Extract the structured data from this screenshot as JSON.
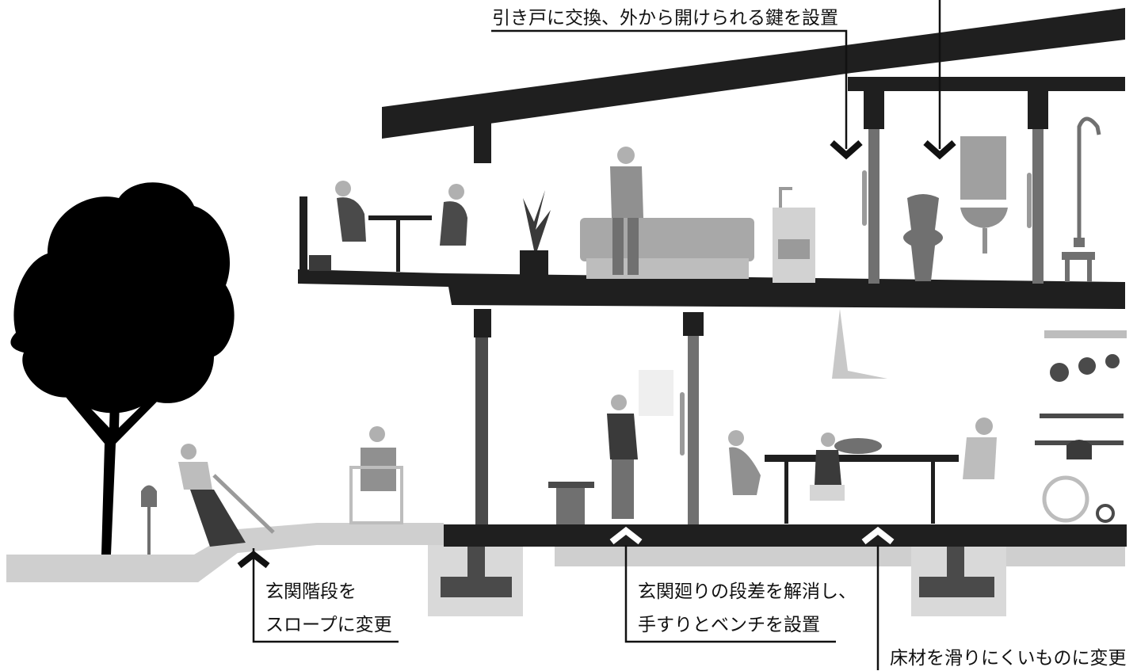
{
  "annotations": {
    "sliding_door": "引き戸に交換、外から開けられる鍵を設置",
    "slope_line1": "玄関階段を",
    "slope_line2": "スロープに変更",
    "entrance_line1": "玄関廻りの段差を解消し、",
    "entrance_line2": "手すりとベンチを設置",
    "floor": "床材を滑りにくいものに変更"
  },
  "colors": {
    "structure": "#1f1f1f",
    "ground": "#cfcfcf",
    "figure_mid": "#7a7a7a",
    "figure_light": "#bdbdbd",
    "label_line": "#111111"
  }
}
